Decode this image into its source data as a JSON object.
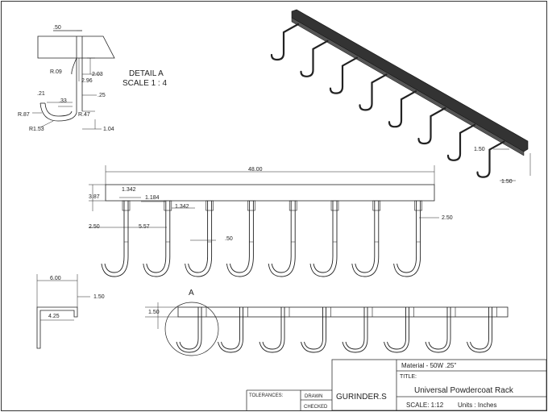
{
  "detail": {
    "title_line1": "DETAIL A",
    "title_line2": "SCALE 1 : 4",
    "dims": {
      "top_width": ".50",
      "r_small": "R.09",
      "d203": "2.03",
      "d296": "2.96",
      "d25": ".25",
      "d21": ".21",
      "d33": ".33",
      "r87": "R.87",
      "r47": "R.47",
      "r153": "R1.53",
      "d104": "1.04"
    }
  },
  "front_view": {
    "overall_length": "48.00",
    "d3_87": "3.87",
    "d1_342a": "1.342",
    "d1_184": "1.184",
    "d1_342b": "1.342",
    "d2_50_left": "2.50",
    "d5_57": "5.57",
    "d0_50": ".50",
    "d2_50_right": "2.50"
  },
  "side_view": {
    "d6_00": "6.00",
    "d1_50": "1.50",
    "d4_25": "4.25"
  },
  "iso_view": {
    "d1_50a": "1.50",
    "d1_50b": "1.50"
  },
  "bottom_view": {
    "d1_50": "1.50",
    "detail_callout": "A"
  },
  "title_block": {
    "material": "Material - 50W .25\"",
    "title_label": "TITLE:",
    "title": "Universal Powdercoat Rack",
    "tolerances_label": "TOLERANCES:",
    "drawn_label": "DRAWN",
    "checked_label": "CHECKED",
    "drawn_by": "GURINDER.S",
    "scale": "SCALE: 1:12",
    "units": "Units : Inches"
  }
}
